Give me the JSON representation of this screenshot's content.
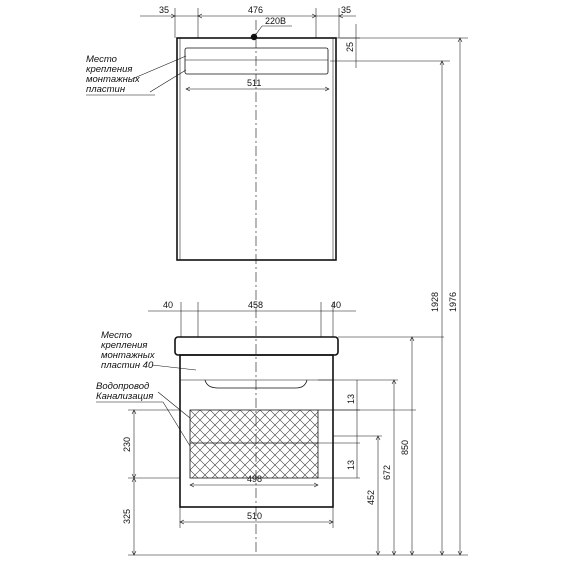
{
  "drawing": {
    "mirror": {
      "width_labels": [
        "35",
        "476",
        "35"
      ],
      "socket_label": "220В",
      "top_offset_label": "25",
      "inner_width_label": "511",
      "mount_note": [
        "Место",
        "крепления",
        "монтажных",
        "пластин"
      ]
    },
    "cabinet": {
      "width_labels": [
        "40",
        "458",
        "40"
      ],
      "mount_note": [
        "Место",
        "крепления",
        "монтажных",
        "пластин 40"
      ],
      "pipes_note": [
        "Водопровод",
        "Канализация"
      ],
      "inner_width_label": "498",
      "bottom_width_label": "510",
      "zone_label_upper": "13",
      "zone_label_lower": "13",
      "left_heights": [
        "230",
        "325"
      ],
      "right_heights": [
        "452",
        "672",
        "850"
      ]
    },
    "overall_heights": [
      "1928",
      "1976"
    ]
  }
}
